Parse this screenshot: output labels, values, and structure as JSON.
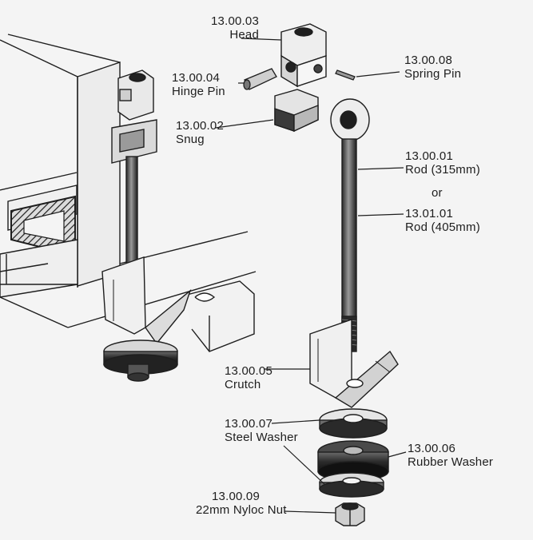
{
  "parts": [
    {
      "id": "head",
      "code": "13.00.03",
      "name": "Head"
    },
    {
      "id": "hinge-pin",
      "code": "13.00.04",
      "name": "Hinge Pin"
    },
    {
      "id": "snug",
      "code": "13.00.02",
      "name": "Snug"
    },
    {
      "id": "spring-pin",
      "code": "13.00.08",
      "name": "Spring Pin"
    },
    {
      "id": "rod-315",
      "code": "13.00.01",
      "name": "Rod (315mm)"
    },
    {
      "id": "rod-405",
      "code": "13.01.01",
      "name": "Rod (405mm)"
    },
    {
      "id": "crutch",
      "code": "13.00.05",
      "name": "Crutch"
    },
    {
      "id": "steel-washer",
      "code": "13.00.07",
      "name": "Steel Washer"
    },
    {
      "id": "rubber-washer",
      "code": "13.00.06",
      "name": "Rubber Washer"
    },
    {
      "id": "nyloc-nut",
      "code": "13.00.09",
      "name": "22mm Nyloc Nut"
    }
  ],
  "connector": "or",
  "colors": {
    "ink": "#1e1e1e",
    "paper": "#f4f4f4",
    "metal_light": "#e6e6e6",
    "metal_dark": "#3a3a3a"
  }
}
